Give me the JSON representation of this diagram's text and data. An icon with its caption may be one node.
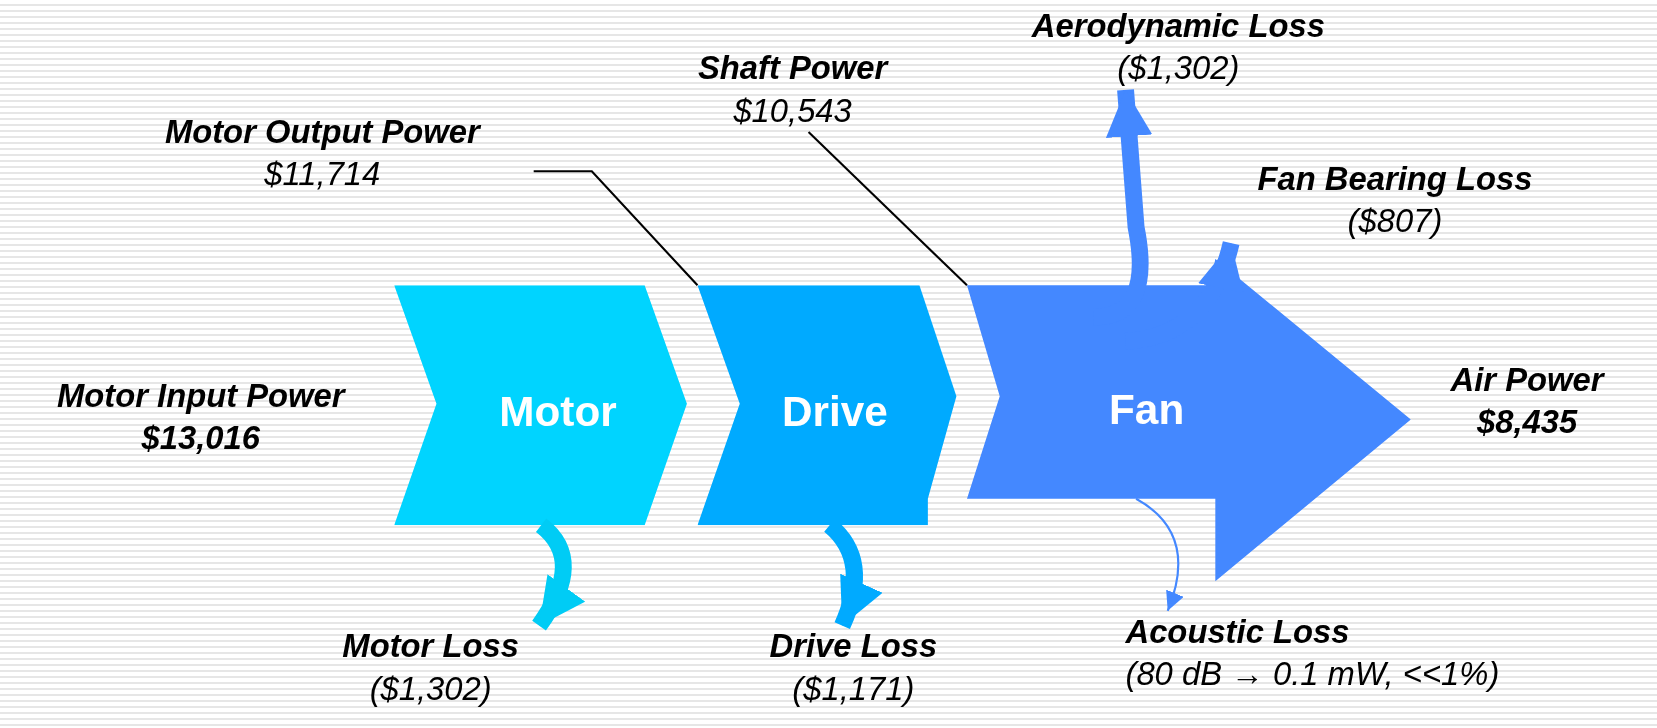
{
  "diagram": {
    "nodes": [
      {
        "text": [
          "Motor"
        ]
      },
      {
        "text": [
          "Drive"
        ]
      },
      {
        "text": [
          "Fan"
        ],
        "beside": [
          "Air Power",
          "$8,435"
        ]
      },
      {
        "text": [
          "Motor Output Power",
          "$11,714"
        ]
      },
      {
        "text": [
          "Shaft Power",
          "$10,543"
        ]
      },
      {
        "text": [
          "Aerodynamic Loss",
          "($1,302)"
        ]
      },
      {
        "text": [
          "Fan Bearing Loss",
          "($807)"
        ]
      },
      {
        "text": [
          "Motor Loss",
          "($1,302)"
        ]
      },
      {
        "text": [
          "Drive Loss",
          "($1,171)"
        ]
      },
      {
        "text": [
          "Acoustic Loss",
          "(80 dB → 0.1 mW, <<1%)"
        ]
      }
    ],
    "edges": [
      {
        "from": 3,
        "to": 1,
        "arrow": "none",
        "color": "#000000"
      },
      {
        "from": 4,
        "to": 2,
        "arrow": "none",
        "color": "#000000"
      },
      {
        "from": 0,
        "to": 7,
        "arrow": "to",
        "color": "#00ccf5"
      },
      {
        "from": 1,
        "to": 8,
        "arrow": "to",
        "color": "#00aaff"
      },
      {
        "from": 2,
        "to": 5,
        "arrow": "to",
        "color": "#4488ff"
      },
      {
        "from": 2,
        "to": 6,
        "arrow": "to",
        "color": "#4488ff"
      },
      {
        "from": 2,
        "to": 9,
        "arrow": "to",
        "color": "#4488ff"
      }
    ],
    "labels": [
      "Motor Input Power",
      "$13,016"
    ]
  }
}
